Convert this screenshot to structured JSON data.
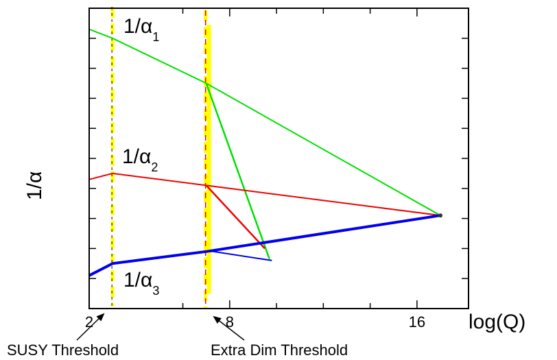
{
  "chart_data": {
    "type": "line",
    "xlabel": "log(Q)",
    "ylabel": "1/α",
    "xlim": [
      2,
      18.2
    ],
    "ylim": [
      0,
      10
    ],
    "x_ticks": [
      2,
      8,
      16
    ],
    "x_minor_ticks": [
      6,
      10,
      12,
      14
    ],
    "y_ticks": [
      1,
      2,
      3,
      4,
      5,
      6,
      7,
      8,
      9
    ],
    "y_tick_labels": false,
    "grid": false,
    "colors": {
      "alpha1": "#00e000",
      "alpha2": "#ee0000",
      "alpha3": "#0000ee",
      "threshold_yellow": "#ffff00",
      "susy_center": "#000000",
      "extra_dim_center": "#ee0000"
    },
    "series": [
      {
        "id": "alpha1",
        "label_text": "1/α",
        "label_sub": "1",
        "line_width": 2,
        "points": [
          [
            2,
            9.3
          ],
          [
            3,
            9.0
          ],
          [
            7,
            7.5
          ],
          [
            17,
            3.1
          ]
        ]
      },
      {
        "id": "alpha1_extra_dim",
        "line_width": 2.5,
        "points": [
          [
            7,
            7.5
          ],
          [
            9.7,
            1.65
          ]
        ]
      },
      {
        "id": "alpha2",
        "label_text": "1/α",
        "label_sub": "2",
        "line_width": 2,
        "points": [
          [
            2,
            4.3
          ],
          [
            3,
            4.5
          ],
          [
            7,
            4.1
          ],
          [
            17,
            3.1
          ]
        ]
      },
      {
        "id": "alpha2_extra_dim",
        "line_width": 2.5,
        "points": [
          [
            7,
            4.1
          ],
          [
            9.5,
            2.0
          ]
        ]
      },
      {
        "id": "alpha3",
        "label_text": "1/α",
        "label_sub": "3",
        "line_width": 4,
        "points": [
          [
            2,
            1.1
          ],
          [
            3,
            1.5
          ],
          [
            7,
            1.9
          ],
          [
            17,
            3.1
          ]
        ]
      },
      {
        "id": "alpha3_extra_dim",
        "line_width": 2,
        "points": [
          [
            7,
            1.9
          ],
          [
            7.3,
            1.9
          ],
          [
            9.8,
            1.6
          ]
        ]
      }
    ],
    "thresholds": [
      {
        "id": "susy",
        "x": 3,
        "label": "SUSY Threshold"
      },
      {
        "id": "extra_dim",
        "x": 7,
        "label": "Extra Dim Threshold"
      }
    ]
  }
}
